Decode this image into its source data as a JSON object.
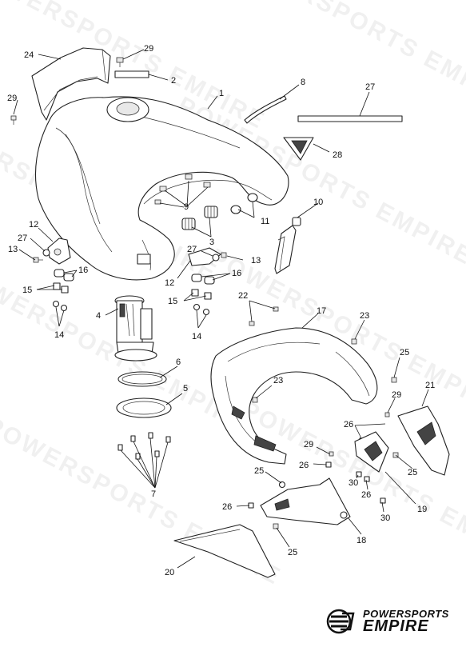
{
  "watermark": {
    "text": "POWERSPORTS EMPIRE"
  },
  "callouts": {
    "c1": "1",
    "c2": "2",
    "c3": "3",
    "c4": "4",
    "c5": "5",
    "c6": "6",
    "c7": "7",
    "c8": "8",
    "c9": "9",
    "c10": "10",
    "c11": "11",
    "c12a": "12",
    "c12b": "12",
    "c13a": "13",
    "c13b": "13",
    "c14a": "14",
    "c14b": "14",
    "c15a": "15",
    "c15b": "15",
    "c16a": "16",
    "c16b": "16",
    "c17": "17",
    "c18": "18",
    "c19": "19",
    "c20": "20",
    "c21": "21",
    "c22": "22",
    "c23a": "23",
    "c23b": "23",
    "c24": "24",
    "c25a": "25",
    "c25b": "25",
    "c25c": "25",
    "c25d": "25",
    "c26a": "26",
    "c26b": "26",
    "c26c": "26",
    "c26d": "26",
    "c27a": "27",
    "c27b": "27",
    "c27c": "27",
    "c28": "28",
    "c29a": "29",
    "c29b": "29",
    "c29c": "29",
    "c29d": "29",
    "c30a": "30",
    "c30b": "30"
  },
  "logo": {
    "top": "POWERSPORTS",
    "bottom": "EMPIRE",
    "mark_icon": "powersports-empire-logo-icon"
  },
  "colors": {
    "line": "#222222",
    "background": "#ffffff",
    "watermark": "#000000"
  }
}
